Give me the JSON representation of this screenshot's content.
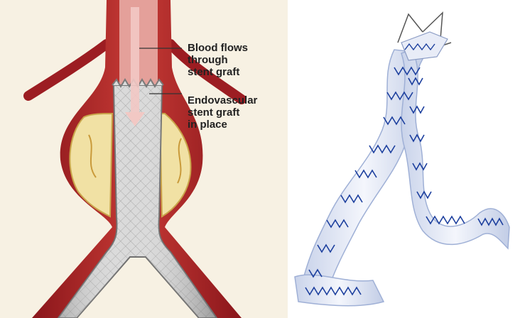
{
  "labels": {
    "blood_flow": [
      "Blood flows",
      "through",
      "stent graft"
    ],
    "stent_graft": [
      "Endovascular",
      "stent graft",
      "in place"
    ]
  },
  "colors": {
    "background_left": "#f7f1e3",
    "artery_wall": "#b3262b",
    "artery_dark": "#7d1418",
    "vessel_lumen": "#e4a09a",
    "aneurysm_fat": "#f1e1a4",
    "stent_body": "#d4d4d4",
    "stent_wire": "#1c3f9e",
    "graft_fabric": "#eef2fb",
    "callout_line": "#333333"
  },
  "icons": {
    "flow_arrow": "down-arrow-icon"
  }
}
